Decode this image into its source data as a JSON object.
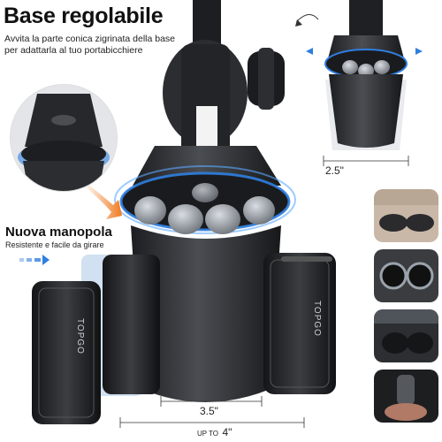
{
  "heading": {
    "title": "Base regolabile",
    "subtitle": "Avvita la parte conica zigrinata della base per adattarla al tuo portabicchiere"
  },
  "knob": {
    "title": "Nuova manopola",
    "subtitle": "Resistente e facile da girare"
  },
  "dimensions": {
    "top_width": "2.5\"",
    "bottom_width": "3.5\"",
    "max_prefix": "UP TO",
    "max_width": "4\""
  },
  "brand": {
    "left_pad": "TOPGO",
    "right_pad": "TOPGO"
  },
  "colors": {
    "accent_blue": "#2f7fe0",
    "arrow_orange": "#f07a20",
    "body_dark": "#2a2c2f"
  }
}
